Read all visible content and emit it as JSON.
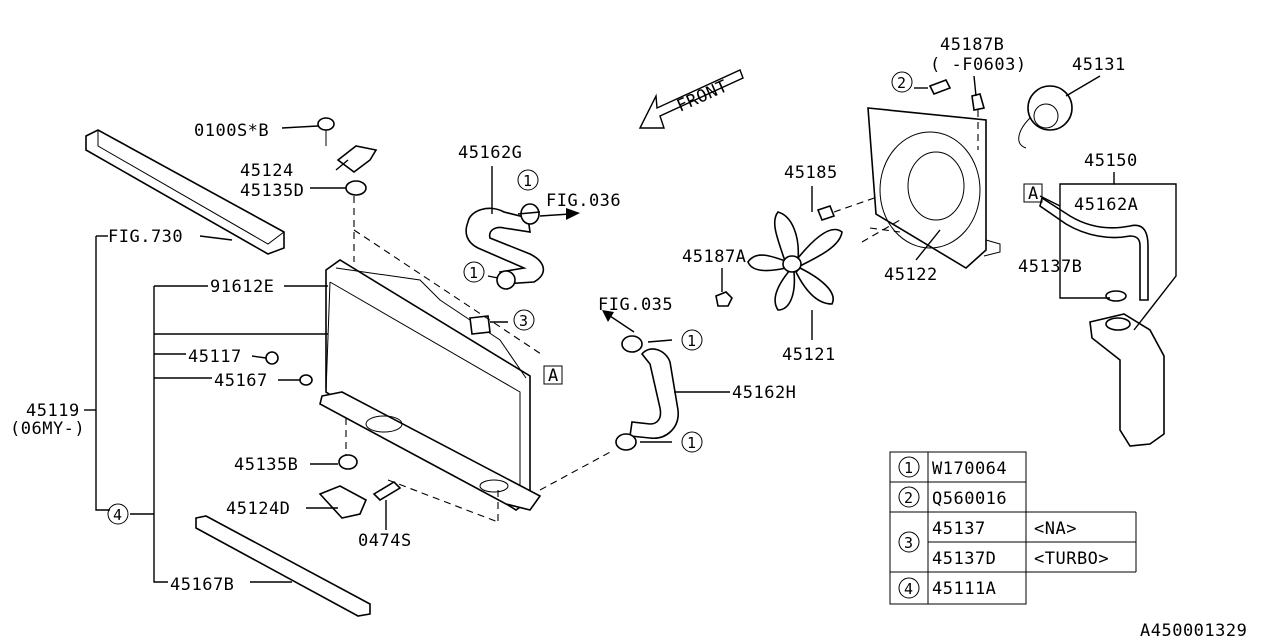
{
  "diagram_id": "A450001329",
  "front": "FRONT",
  "labels": {
    "p0100s": "0100S*B",
    "p45124": "45124",
    "p45135d": "45135D",
    "fig730": "FIG.730",
    "p91612e": "91612E",
    "p45117": "45117",
    "p45167": "45167",
    "p45119": "45119",
    "p45119_note": "(06MY-)",
    "p45135b": "45135B",
    "p45124d": "45124D",
    "p0474s": "0474S",
    "p45167b": "45167B",
    "p45162g": "45162G",
    "fig036": "FIG.036",
    "fig035": "FIG.035",
    "p45162h": "45162H",
    "p45185": "45185",
    "p45187a": "45187A",
    "p45121": "45121",
    "p45187b": "45187B",
    "p45187b_note": "( -F0603)",
    "p45122": "45122",
    "p45131": "45131",
    "p45150": "45150",
    "p45162a": "45162A",
    "p45137b": "45137B",
    "ref_a": "A"
  },
  "callouts": {
    "c1": "1",
    "c2": "2",
    "c3": "3",
    "c4": "4"
  },
  "legend": {
    "r1_key": "1",
    "r1_part": "W170064",
    "r2_key": "2",
    "r2_part": "Q560016",
    "r3_key": "3",
    "r3a_part": "45137",
    "r3a_note": "<NA>",
    "r3b_part": "45137D",
    "r3b_note": "<TURBO>",
    "r4_key": "4",
    "r4_part": "45111A"
  }
}
